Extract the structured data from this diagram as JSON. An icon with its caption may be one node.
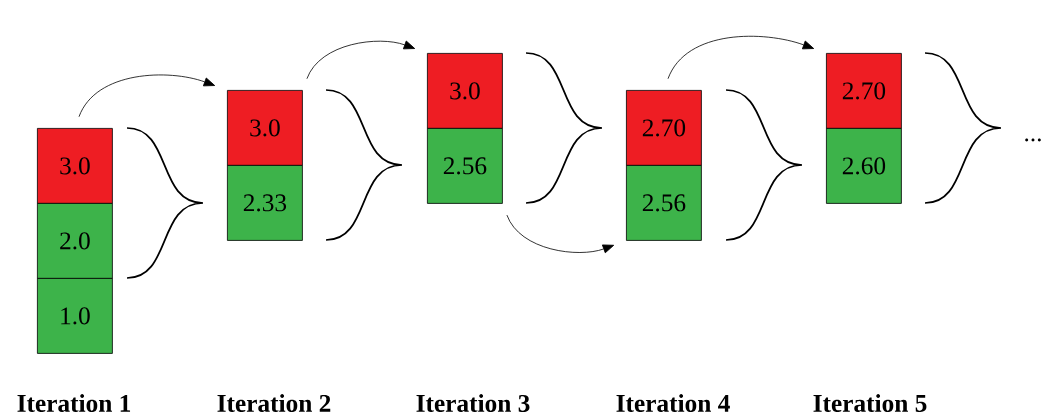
{
  "diagram": {
    "nodes": [
      {
        "text": [
          "3.0"
        ]
      },
      {
        "text": [
          "2.0"
        ]
      },
      {
        "text": [
          "1.0"
        ]
      },
      {
        "text": [
          "3.0"
        ]
      },
      {
        "text": [
          "2.33"
        ]
      },
      {
        "text": [
          "3.0"
        ]
      },
      {
        "text": [
          "2.56"
        ]
      },
      {
        "text": [
          "2.70"
        ]
      },
      {
        "text": [
          "2.56"
        ]
      },
      {
        "text": [
          "2.70"
        ]
      },
      {
        "text": [
          "2.60"
        ]
      }
    ],
    "edges": [
      {
        "from": 0,
        "to": 3,
        "arrow": "to"
      },
      {
        "from": 3,
        "to": 5,
        "arrow": "to"
      },
      {
        "from": 6,
        "to": 8,
        "arrow": "to"
      },
      {
        "from": 7,
        "to": 9,
        "arrow": "to"
      }
    ],
    "labels": [
      "...",
      "Iteration 1",
      "Iteration 2",
      "Iteration 3",
      "Iteration 4",
      "Iteration 5"
    ]
  }
}
